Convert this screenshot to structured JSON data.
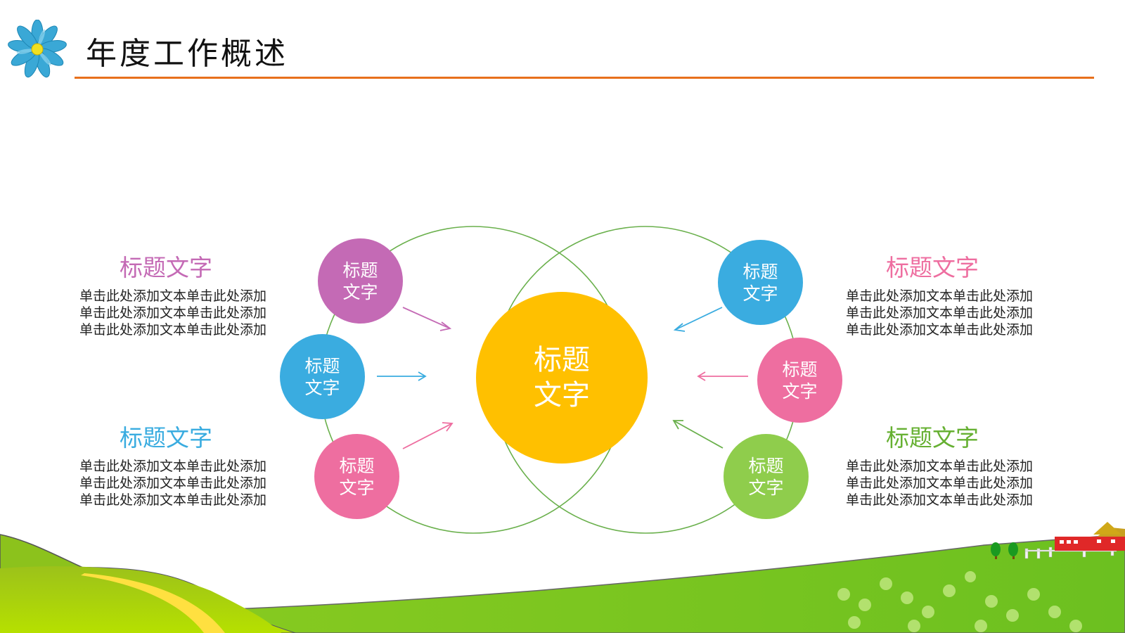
{
  "header": {
    "title": "年度工作概述",
    "logo_icon": "flower-icon",
    "rule_color": "#e8701c"
  },
  "center": {
    "label": "标题\n文字",
    "color": "#ffc000"
  },
  "nodes": [
    {
      "label": "标题\n文字",
      "color": "#c46ab5"
    },
    {
      "label": "标题\n文字",
      "color": "#3aace0"
    },
    {
      "label": "标题\n文字",
      "color": "#ee6ea0"
    },
    {
      "label": "标题\n文字",
      "color": "#3aace0"
    },
    {
      "label": "标题\n文字",
      "color": "#ee6ea0"
    },
    {
      "label": "标题\n文字",
      "color": "#8fcd4c"
    }
  ],
  "sections": [
    {
      "title": "标题文字",
      "color": "#c46ab5",
      "body": "单击此处添加文本单击此处添加\n单击此处添加文本单击此处添加\n单击此处添加文本单击此处添加"
    },
    {
      "title": "标题文字",
      "color": "#3aace0",
      "body": "单击此处添加文本单击此处添加\n单击此处添加文本单击此处添加\n单击此处添加文本单击此处添加"
    },
    {
      "title": "标题文字",
      "color": "#ee6ea0",
      "body": "单击此处添加文本单击此处添加\n单击此处添加文本单击此处添加\n单击此处添加文本单击此处添加"
    },
    {
      "title": "标题文字",
      "color": "#66b032",
      "body": "单击此处添加文本单击此处添加\n单击此处添加文本单击此处添加\n单击此处添加文本单击此处添加"
    }
  ],
  "decor": {
    "ring_color": "#6ab04c",
    "footer_icon": "landscape-hills-icon"
  }
}
